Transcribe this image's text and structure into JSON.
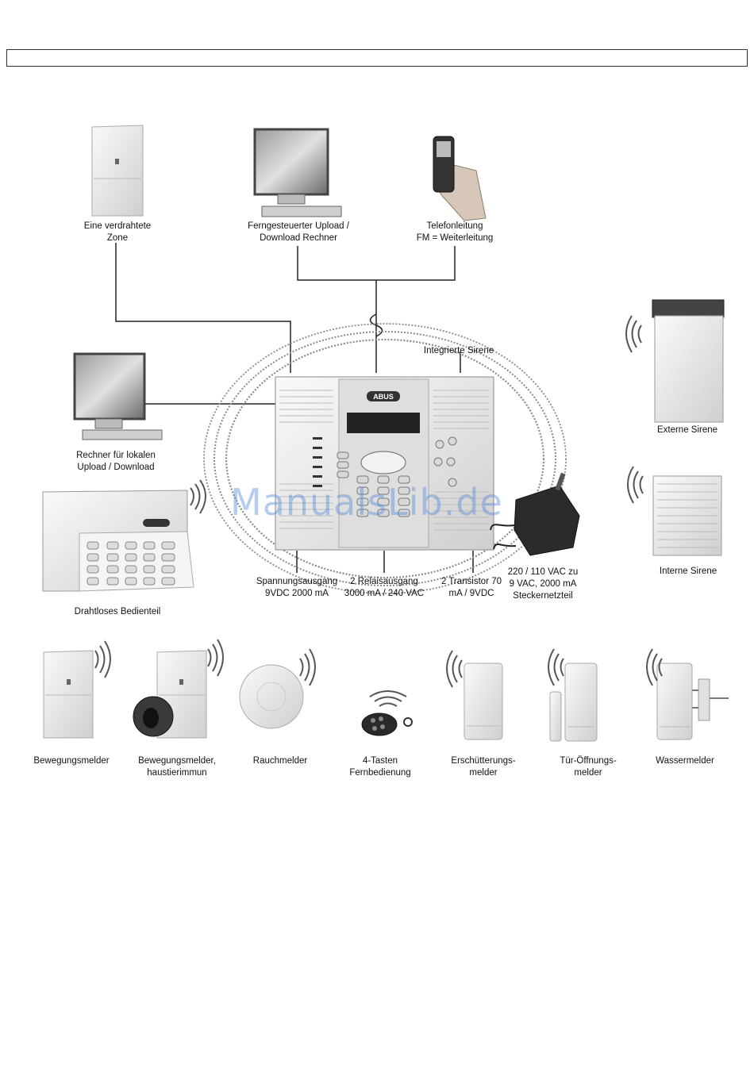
{
  "labels": {
    "wired_zone": [
      "Eine verdrahtete",
      "Zone"
    ],
    "remote_pc": [
      "Ferngesteuerter Upload /",
      "Download Rechner"
    ],
    "phone_line": [
      "Telefonleitung",
      "FM = Weiterleitung"
    ],
    "integrated_siren": "Integrierte Sirene",
    "local_pc": [
      "Rechner für lokalen",
      "Upload / Download"
    ],
    "wireless_keypad": "Drahtloses Bedienteil",
    "external_siren": "Externe Sirene",
    "internal_siren": "Interne Sirene",
    "voltage_output": [
      "Spannungsausgang",
      "9VDC 2000 mA"
    ],
    "relay_output": [
      "2 Relaisausgang",
      "3000 mA / 240 VAC"
    ],
    "transistor": [
      "2 Transistor 70",
      "mA / 9VDC"
    ],
    "power_adapter": [
      "220 / 110 VAC zu",
      "9 VAC, 2000 mA",
      "Steckernetzteil"
    ],
    "motion_detector": "Bewegungsmelder",
    "motion_pet": [
      "Bewegungsmelder,",
      "haustierimmun"
    ],
    "smoke_detector": "Rauchmelder",
    "remote_control": [
      "4-Tasten",
      "Fernbedienung"
    ],
    "shock_detector": [
      "Erschütterungs-",
      "melder"
    ],
    "door_contact": [
      "Tür-Öffnungs-",
      "melder"
    ],
    "water_detector": "Wassermelder"
  },
  "brand": "ABUS",
  "watermark": "ManualsLib.de",
  "colors": {
    "line": "#222222",
    "device": "#e6e6e6",
    "device_edge": "#9a9a9a",
    "watermark": "#5b8fd8"
  }
}
